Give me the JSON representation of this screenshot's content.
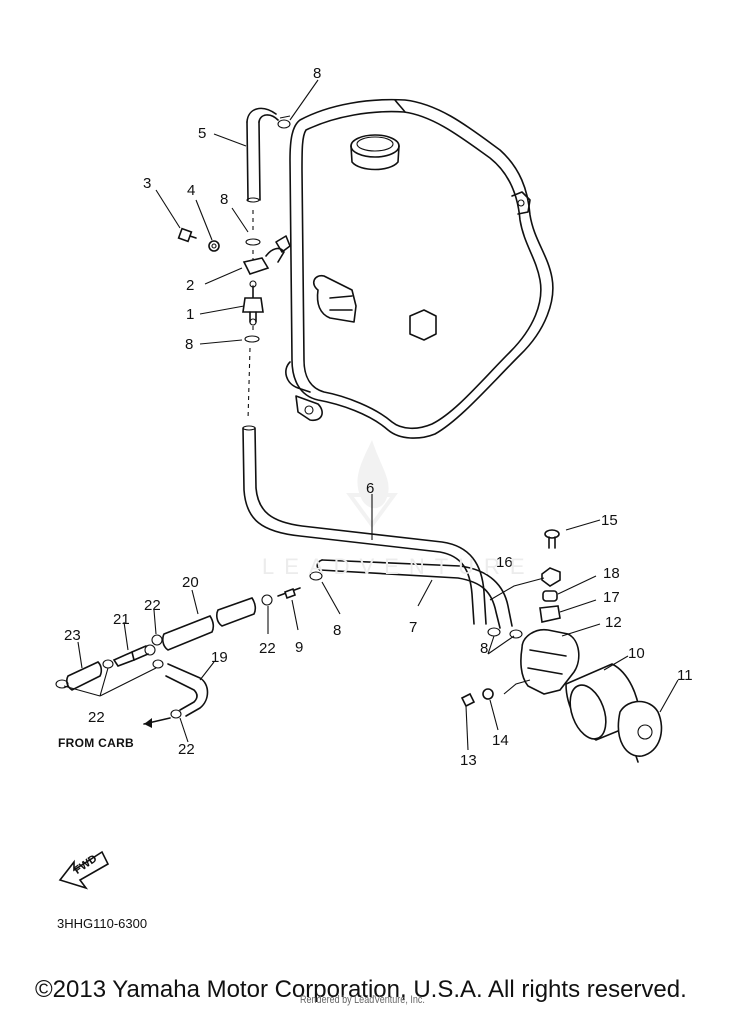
{
  "diagram": {
    "from_carb_label": "FROM CARB",
    "diagram_code": "3HHG110-6300",
    "copyright": "©2013 Yamaha Motor Corporation, U.S.A. All rights reserved.",
    "rendered_by": "Rendered by LeadVenture, Inc.",
    "fwd_label": "FWD",
    "watermark": "LEADVENTURE"
  },
  "callouts": {
    "c1": "1",
    "c2": "2",
    "c3": "3",
    "c4": "4",
    "c5": "5",
    "c6": "6",
    "c7": "7",
    "c8a": "8",
    "c8b": "8",
    "c8c": "8",
    "c8d": "8",
    "c8e": "8",
    "c9": "9",
    "c10": "10",
    "c11": "11",
    "c12": "12",
    "c13": "13",
    "c14": "14",
    "c15": "15",
    "c16": "16",
    "c17": "17",
    "c18": "18",
    "c19": "19",
    "c20": "20",
    "c21": "21",
    "c22a": "22",
    "c22b": "22",
    "c22c": "22",
    "c22d": "22",
    "c23": "23"
  },
  "colors": {
    "line": "#111111",
    "background": "#ffffff",
    "watermark": "#ececec"
  }
}
